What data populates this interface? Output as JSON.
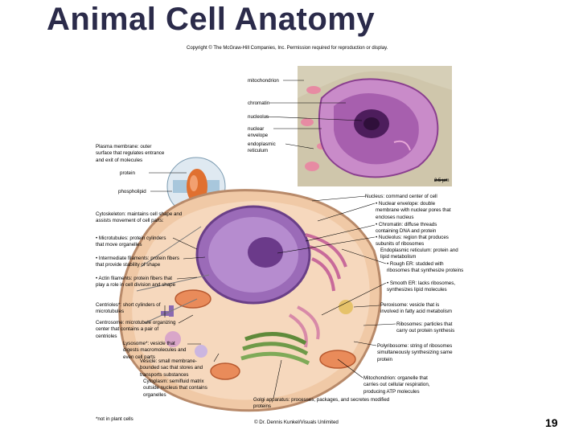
{
  "title": "Animal Cell Anatomy",
  "copyright": "Copyright © The McGraw-Hill Companies, Inc. Permission required for reproduction or display.",
  "micrograph": {
    "labels": {
      "mitochondrion": "mitochondrion",
      "chromatin": "chromatin",
      "nucleolus": "nucleolus",
      "nuclear_envelope": "nuclear envelope",
      "endoplasmic_reticulum": "endoplasmic reticulum"
    },
    "scale": "2.5 µm"
  },
  "membrane_detail": {
    "plasma_membrane": "Plasma membrane: outer surface that regulates entrance and exit of molecules",
    "protein": "protein",
    "phospholipid": "phospholipid"
  },
  "left_labels": {
    "cytoskeleton": "Cytoskeleton: maintains cell shape and assists movement of cell parts:",
    "microtubules": "• Microtubules: protein cylinders that move organelles",
    "intermediate_filaments": "• Intermediate filaments: protein fibers that provide stability of shape",
    "actin_filaments": "• Actin filaments: protein fibers that play a role in cell division and shape",
    "centrioles": "Centrioles*: short cylinders of microtubules",
    "centrosome": "Centrosome: microtubule organizing center that contains a pair of centrioles",
    "lysosome": "Lysosome*: vesicle that digests macromolecules and even cell parts",
    "vesicle": "Vesicle: small membrane-bounded sac that stores and transports substances",
    "cytoplasm": "Cytoplasm: semifluid matrix outside nucleus that contains organelles",
    "footnote": "*not in plant cells"
  },
  "right_labels": {
    "nucleus": "Nucleus: command center of cell",
    "nuclear_envelope": "• Nuclear envelope: double membrane with nuclear pores that encloses nucleus",
    "chromatin": "• Chromatin: diffuse threads containing DNA and protein",
    "nucleolus": "• Nucleolus: region that produces subunits of ribosomes",
    "er": "Endoplasmic reticulum: protein and lipid metabolism",
    "rough_er": "• Rough ER: studded with ribosomes that synthesize proteins",
    "smooth_er": "• Smooth ER: lacks ribosomes, synthesizes lipid molecules",
    "peroxisome": "Peroxisome: vesicle that is involved in fatty acid metabolism",
    "ribosomes": "Ribosomes: particles that carry out protein synthesis",
    "polyribosome": "Polyribosome: string of ribosomes simultaneously synthesizing same protein",
    "mitochondrion": "Mitochondrion: organelle that carries out cellular respiration, producing ATP molecules",
    "golgi": "Golgi apparatus: processes, packages, and secretes modified proteins"
  },
  "credit": "© Dr. Dennis Kunkel/Visuals Unlimited",
  "page_number": "19",
  "colors": {
    "title": "#2b2b4a",
    "micrograph_bg": "#d9d2bc",
    "chromatin": "#6a2a7a",
    "cell_cytoplasm": "#f0c9a6",
    "nucleus": "#9b6bb8",
    "mitochondria": "#e98b5a",
    "golgi": "#5f8a3a",
    "er": "#c86a9a"
  }
}
